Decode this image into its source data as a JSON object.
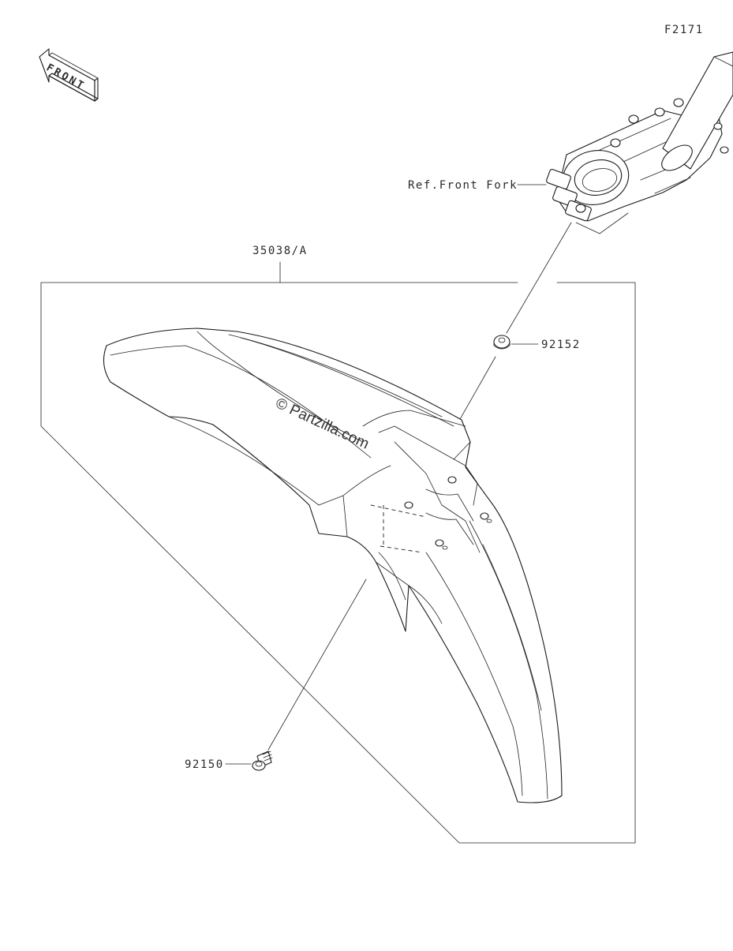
{
  "diagram": {
    "figure_code": "F2171",
    "front_arrow": "FRONT",
    "watermark": "© Partzilla.com",
    "callouts": {
      "fender": "35038/A",
      "front_fork_ref": "Ref.Front Fork",
      "upper_washer": "92152",
      "lower_bolt": "92150"
    }
  },
  "colors": {
    "line": "#1a1a1a",
    "background": "#ffffff"
  },
  "icons": {
    "front_arrow": "front-direction-arrow-icon"
  }
}
